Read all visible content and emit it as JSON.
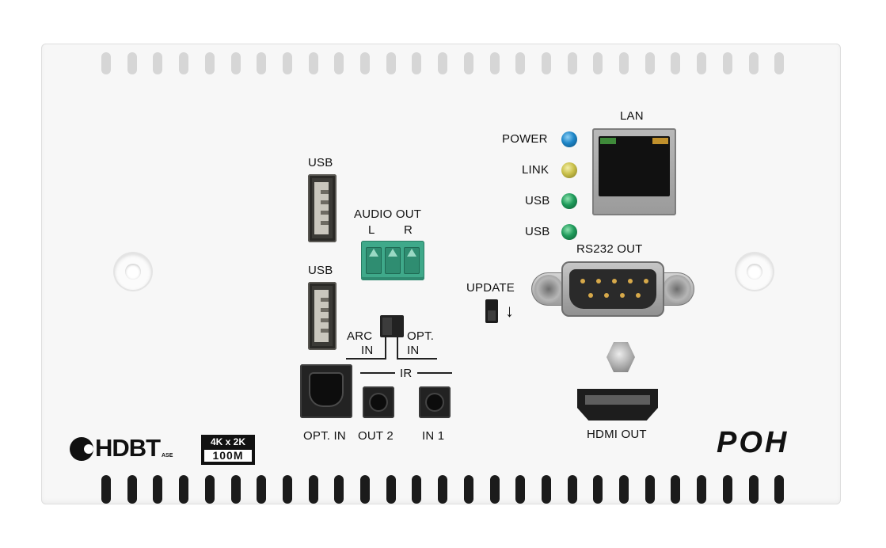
{
  "labels": {
    "usb_top": "USB",
    "usb_bottom": "USB",
    "audio_out": "AUDIO OUT",
    "audio_l": "L",
    "audio_r": "R",
    "arc_in": "ARC",
    "arc_in_2": "IN",
    "opt_in_switch": "OPT.",
    "opt_in_switch_2": "IN",
    "ir": "IR",
    "opt_in": "OPT. IN",
    "out2": "OUT 2",
    "in1": "IN 1",
    "lan": "LAN",
    "power": "POWER",
    "link": "LINK",
    "usb_led_1": "USB",
    "usb_led_2": "USB",
    "rs232_out": "RS232 OUT",
    "update": "UPDATE",
    "hdmi_out": "HDMI OUT"
  },
  "logos": {
    "hdbt": "HDBT",
    "hdbt_sub": "ASE",
    "res_top": "4K x 2K",
    "res_bottom": "100M",
    "brand": "POH"
  },
  "colors": {
    "power_led": "#1e86c8",
    "link_led": "#c9c04a",
    "usb_led": "#1f9a5a",
    "terminal": "#3fa98a"
  }
}
